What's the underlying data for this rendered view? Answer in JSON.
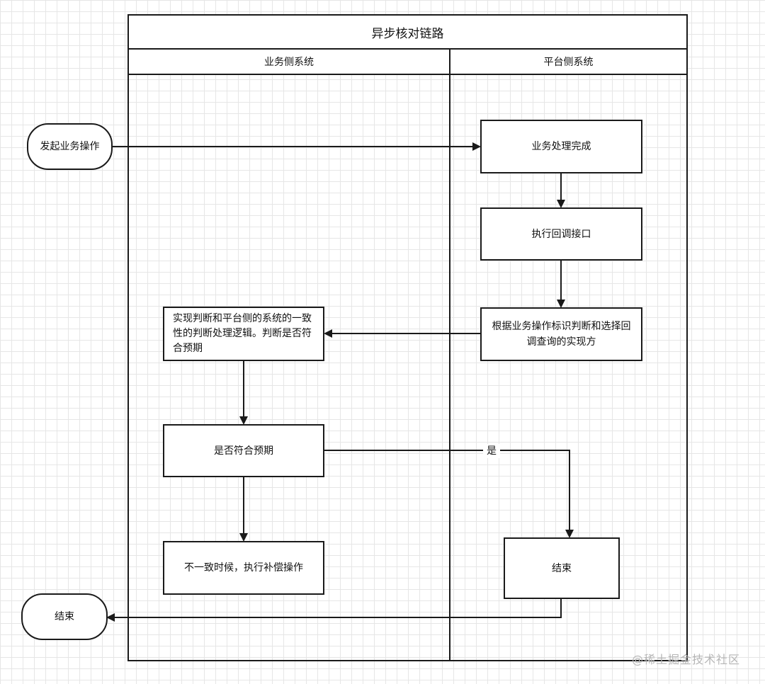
{
  "pool": {
    "title": "异步核对链路",
    "lanes": [
      "业务侧系统",
      "平台侧系统"
    ]
  },
  "nodes": {
    "start": "发起业务操作",
    "biz_done": "业务处理完成",
    "callback": "执行回调接口",
    "choose_impl": "根据业务操作标识判断和选择回调查询的实现方",
    "judge": "实现判断和平台侧的系统的一致性的判断处理逻辑。判断是否符合预期",
    "decision": "是否符合预期",
    "compensate": "不一致时候，执行补偿操作",
    "end_platform": "结束",
    "end_outer": "结束"
  },
  "edges": {
    "yes_label": "是"
  },
  "watermark": "@稀土掘金技术社区"
}
